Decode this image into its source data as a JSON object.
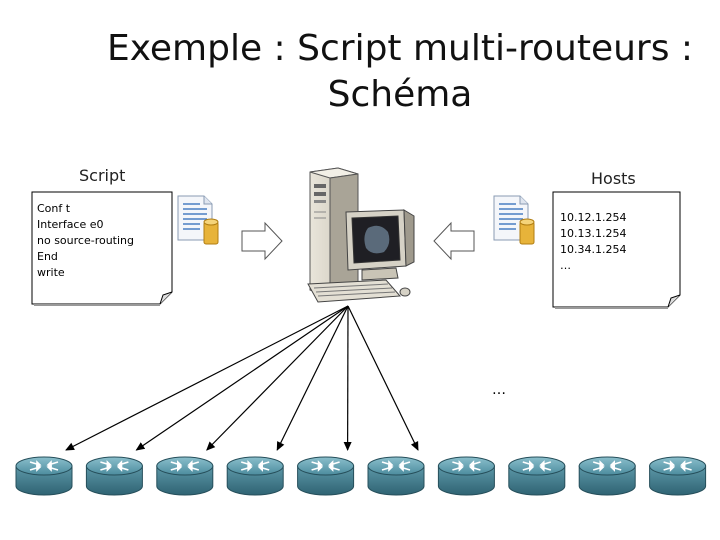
{
  "slide": {
    "title_line1": "Exemple : Script multi-routeurs :",
    "title_line2": "Schéma",
    "script_label": "Script",
    "hosts_label": "Hosts",
    "ellipsis": "…"
  },
  "script_note": {
    "lines": [
      "Conf t",
      "Interface e0",
      "no source-routing",
      "End",
      "write"
    ]
  },
  "hosts_note": {
    "lines": [
      "10.12.1.254",
      "10.13.1.254",
      "10.34.1.254",
      "…"
    ]
  },
  "routers": {
    "count": 10,
    "arrow_targets": 6
  },
  "colors": {
    "router_body": "#3f7f91",
    "router_top": "#6aa3b3",
    "document_icon": "#4a7fc1",
    "database_icon": "#e7b33a"
  }
}
